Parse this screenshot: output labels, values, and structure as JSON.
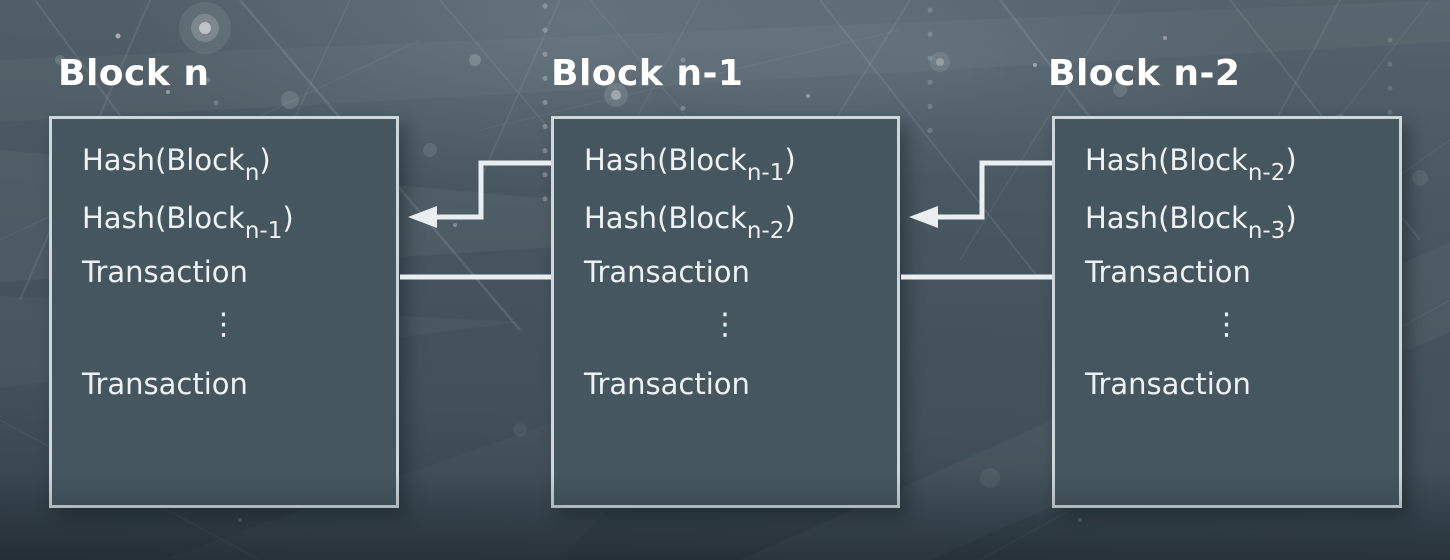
{
  "blocks": [
    {
      "title": "Block n",
      "hash_self": {
        "pre": "Hash(Block",
        "sub": "n",
        "post": ")"
      },
      "hash_prev": {
        "pre": "Hash(Block",
        "sub": "n-1",
        "post": ")"
      },
      "transaction_first": "Transaction",
      "ellipsis": "⋮",
      "transaction_last": "Transaction"
    },
    {
      "title": "Block n-1",
      "hash_self": {
        "pre": "Hash(Block",
        "sub": "n-1",
        "post": ")"
      },
      "hash_prev": {
        "pre": "Hash(Block",
        "sub": "n-2",
        "post": ")"
      },
      "transaction_first": "Transaction",
      "ellipsis": "⋮",
      "transaction_last": "Transaction"
    },
    {
      "title": "Block n-2",
      "hash_self": {
        "pre": "Hash(Block",
        "sub": "n-2",
        "post": ")"
      },
      "hash_prev": {
        "pre": "Hash(Block",
        "sub": "n-3",
        "post": ")"
      },
      "transaction_first": "Transaction",
      "ellipsis": "⋮",
      "transaction_last": "Transaction"
    }
  ],
  "colors": {
    "background": "#47555f",
    "background_top": "#54626b",
    "background_bottom": "#333f48",
    "block_fill": "#46565f",
    "block_border": "#ccd6db",
    "title_text": "#ffffff",
    "body_text": "#eef2f4",
    "arrow": "#e9eef1",
    "texture_line": "#dfe9ee"
  }
}
